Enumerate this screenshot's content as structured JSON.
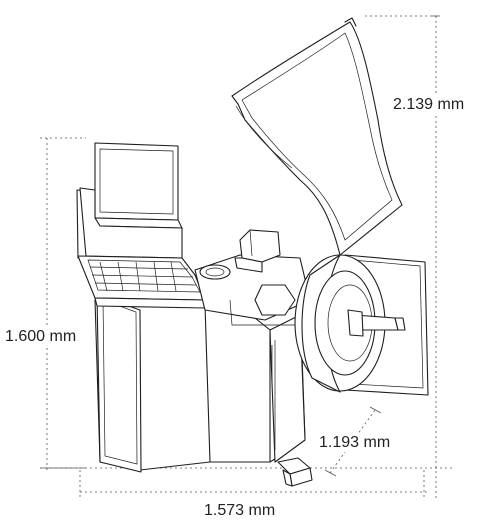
{
  "dimensions": {
    "total_height": "2.139 mm",
    "cabinet_height": "1.600 mm",
    "depth": "1.193 mm",
    "width": "1.573 mm"
  },
  "colors": {
    "line": "#1f1f1f",
    "dimension_line": "#555555",
    "background": "#ffffff"
  }
}
